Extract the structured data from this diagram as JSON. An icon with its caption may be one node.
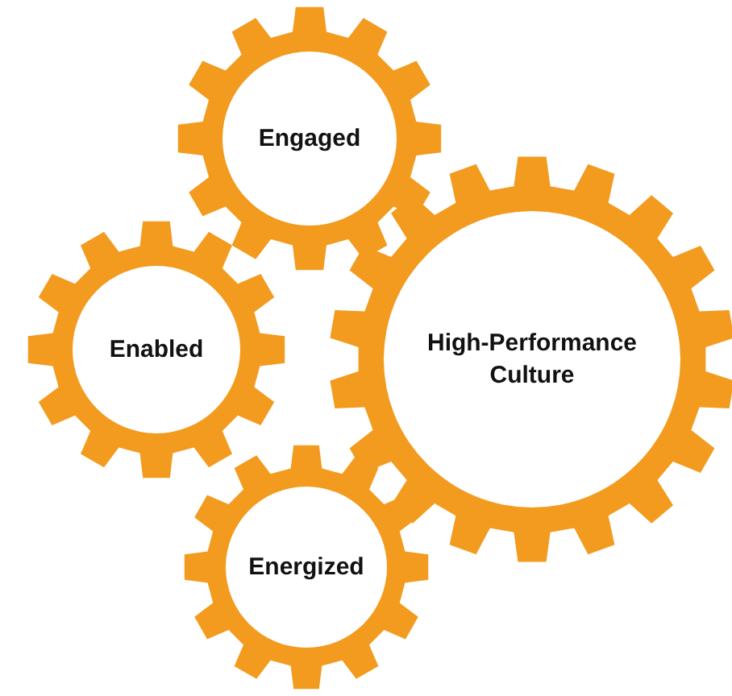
{
  "diagram": {
    "nodes": [
      {
        "text": [
          "Engaged"
        ]
      },
      {
        "text": [
          "Enabled"
        ]
      },
      {
        "text": [
          "High-Performance Culture"
        ]
      },
      {
        "text": [
          "Energized"
        ]
      }
    ]
  }
}
